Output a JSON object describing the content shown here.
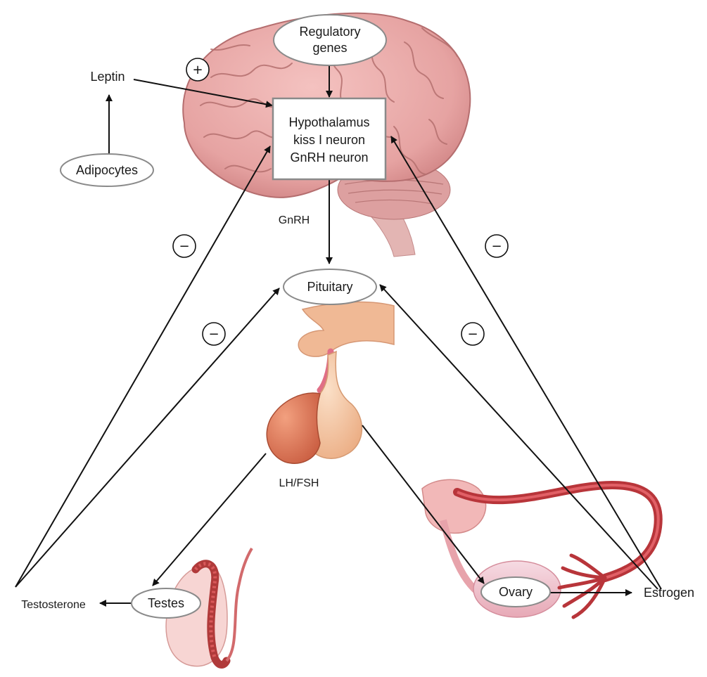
{
  "nodes": {
    "regulatory_genes": {
      "line1": "Regulatory",
      "line2": "genes"
    },
    "hypothalamus": {
      "line1": "Hypothalamus",
      "line2": "kiss I neuron",
      "line3": "GnRH neuron"
    },
    "leptin": "Leptin",
    "adipocytes": "Adipocytes",
    "gnrh": "GnRH",
    "pituitary": "Pituitary",
    "lh_fsh": "LH/FSH",
    "testes": "Testes",
    "testosterone": "Testosterone",
    "ovary": "Ovary",
    "estrogen": "Estrogen"
  },
  "signs": {
    "leptin_effect": "+",
    "testosterone_on_hypothalamus": "−",
    "testosterone_on_pituitary": "−",
    "estrogen_on_hypothalamus": "−",
    "estrogen_on_pituitary": "−"
  },
  "colors": {
    "brain": "#e9a9a8",
    "brain_fold": "#c9797a",
    "pituitary_anterior": "#e07a5a",
    "pituitary_posterior": "#f4c7a6",
    "organ_red": "#c8463e",
    "oval_stroke": "#8a8a8a"
  }
}
